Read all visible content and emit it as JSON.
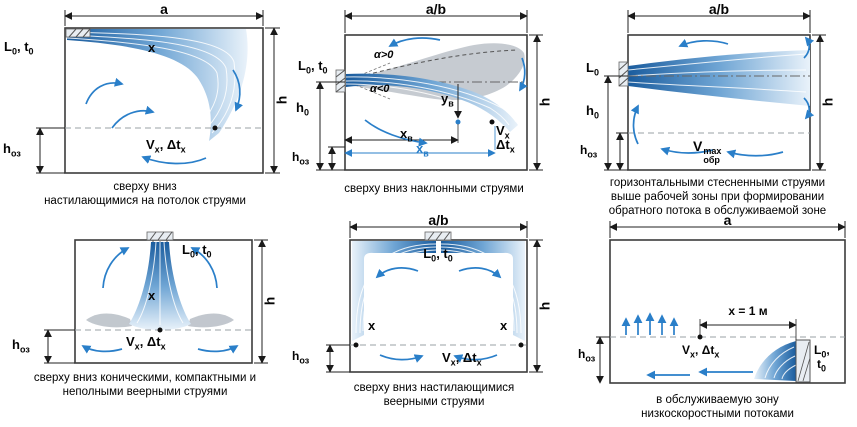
{
  "lab": {
    "a": "a",
    "ab": "a/b",
    "h": "h",
    "L": "L",
    "sub0": "0",
    "ct": ", t",
    "t": "t",
    "V": "V",
    "subx": "x",
    "cdt": ", Δt",
    "dt": "Δt",
    "x": "x",
    "oz": "оз",
    "apos": "α>0",
    "aneg": "α<0",
    "y": "y",
    "subv": "в",
    "obr": "обр",
    "max": "max",
    "x1m": "x = 1 м",
    "comma": ","
  },
  "panels": {
    "p1": {
      "caption": "сверху вниз\nнастилающимися на потолок струями"
    },
    "p2": {
      "caption": "сверху вниз наклонными струями"
    },
    "p3": {
      "caption": "горизонтальными стесненными струями\nвыше рабочей зоны при формировании\nобратного потока в обслуживаемой зоне"
    },
    "p4": {
      "caption": "сверху вниз коническими, компактными и\nнеполными веерными струями"
    },
    "p5": {
      "caption": "сверху вниз настилающимися\nвеерными струями"
    },
    "p6": {
      "caption": "в обслуживаемую зону\nнизкоскоростными потоками"
    }
  }
}
